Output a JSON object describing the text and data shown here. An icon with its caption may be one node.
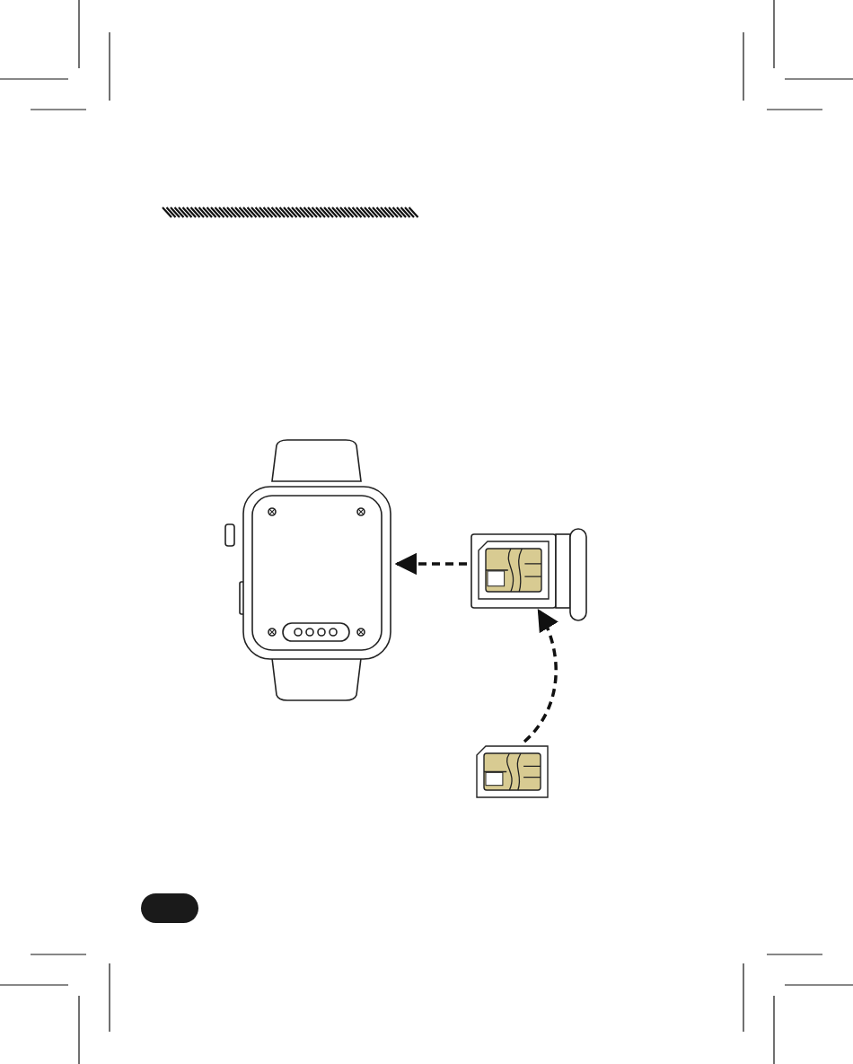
{
  "diagram": {
    "nodes": [
      {
        "text": [],
        "shape": "picture"
      },
      {
        "text": [],
        "shape": "picture"
      },
      {
        "text": [],
        "shape": "picture"
      }
    ],
    "edges": [
      {
        "from": 1,
        "to": 0,
        "arrow": "to",
        "style": "dashed"
      },
      {
        "from": 2,
        "to": 1,
        "arrow": "to",
        "style": "dashed"
      }
    ]
  }
}
